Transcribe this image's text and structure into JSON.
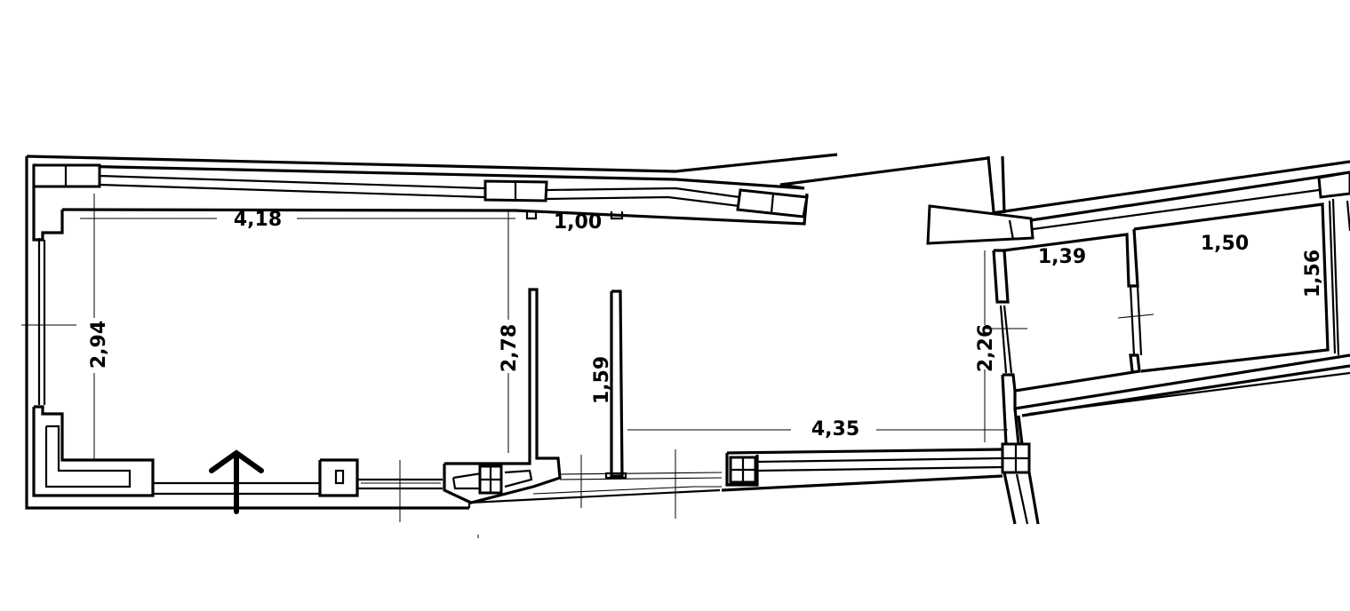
{
  "diagram": {
    "colors": {
      "line": "#000000",
      "background": "#ffffff"
    },
    "dimensions": [
      {
        "id": "dim-4-18",
        "value": "4,18"
      },
      {
        "id": "dim-1-00",
        "value": "1,00"
      },
      {
        "id": "dim-2-94",
        "value": "2,94"
      },
      {
        "id": "dim-2-78",
        "value": "2,78"
      },
      {
        "id": "dim-1-59",
        "value": "1,59"
      },
      {
        "id": "dim-4-35",
        "value": "4,35"
      },
      {
        "id": "dim-2-26",
        "value": "2,26"
      },
      {
        "id": "dim-1-39",
        "value": "1,39"
      },
      {
        "id": "dim-1-50",
        "value": "1,50"
      },
      {
        "id": "dim-1-56",
        "value": "1,56"
      }
    ],
    "entrance_marker_icon": "arrow-up-icon"
  }
}
